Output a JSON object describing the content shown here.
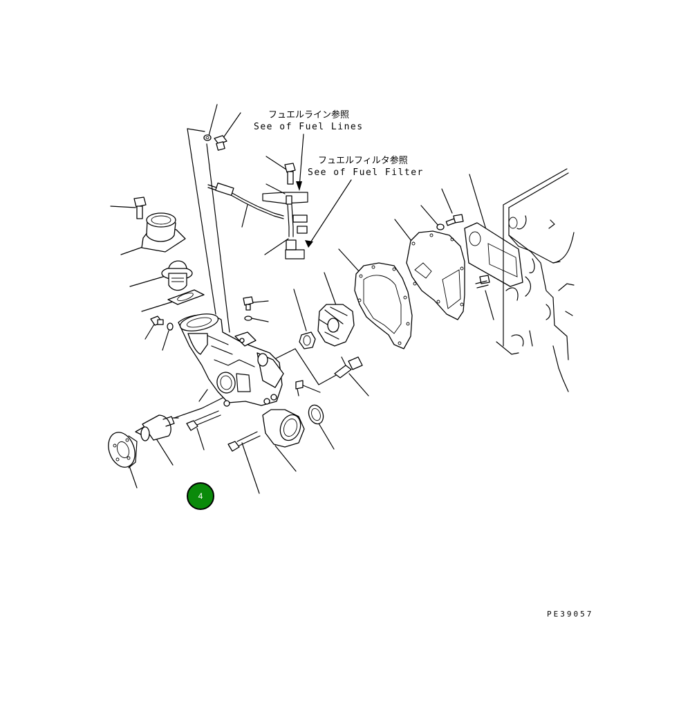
{
  "callouts": {
    "fuel_lines_jp": "フュエルライン参照",
    "fuel_lines_en": "See of Fuel Lines",
    "fuel_filter_jp": "フュエルフィルタ参照",
    "fuel_filter_en": "See of Fuel Filter"
  },
  "drawing_code": "PE39057",
  "marker": {
    "label": "4",
    "fill": "#0a8a0a",
    "border": "#000000"
  }
}
